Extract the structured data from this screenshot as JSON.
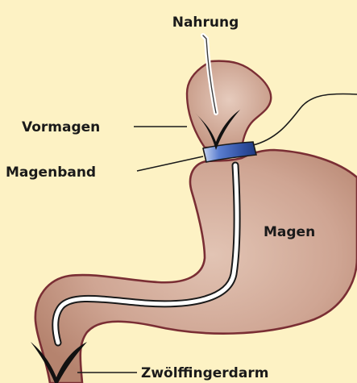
{
  "labels": {
    "food": "Nahrung",
    "forestomach": "Vormagen",
    "gastric_band": "Magenband",
    "stomach": "Magen",
    "duodenum": "Zwölffingerdarm"
  },
  "colors": {
    "background": "#fdf2c4",
    "organ_fill": "#c79b86",
    "organ_outline": "#7a2e34",
    "band": "#3f63b8",
    "arrow": "#111111",
    "flow_line": "#ffffff"
  },
  "icons": {
    "food_arrow": "down-arrow-icon",
    "duodenum_arrow": "down-arrow-icon"
  }
}
